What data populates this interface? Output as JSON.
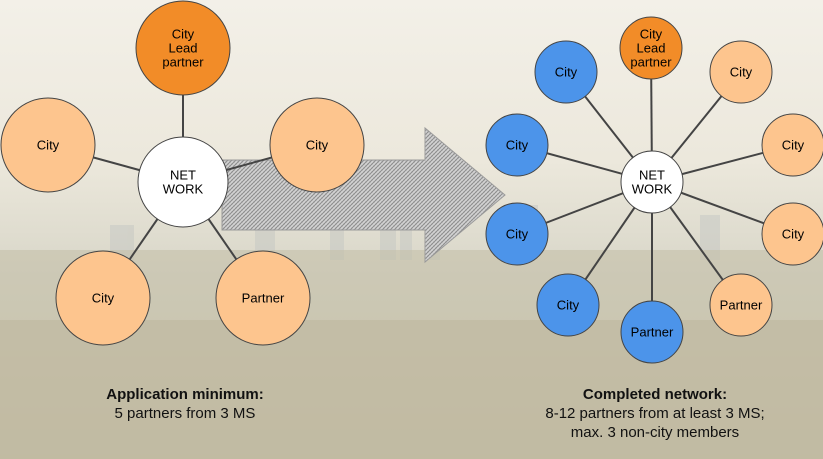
{
  "colors": {
    "orange_light": "#FDC58E",
    "orange_lead": "#F28C28",
    "blue": "#4C94EA",
    "hub": "#FFFFFF",
    "stroke": "#444444"
  },
  "left_network": {
    "hub": {
      "lines": [
        "NET",
        "WORK"
      ]
    },
    "nodes": [
      {
        "lines": [
          "City",
          "Lead",
          "partner"
        ],
        "color": "orange_lead"
      },
      {
        "lines": [
          "City"
        ],
        "color": "orange_light"
      },
      {
        "lines": [
          "Partner"
        ],
        "color": "orange_light"
      },
      {
        "lines": [
          "City"
        ],
        "color": "orange_light"
      },
      {
        "lines": [
          "City"
        ],
        "color": "orange_light"
      }
    ],
    "caption": {
      "title": "Application minimum:",
      "lines": [
        "5 partners from 3 MS"
      ]
    }
  },
  "right_network": {
    "hub": {
      "lines": [
        "NET",
        "WORK"
      ]
    },
    "nodes": [
      {
        "lines": [
          "City",
          "Lead",
          "partner"
        ],
        "color": "orange_lead"
      },
      {
        "lines": [
          "City"
        ],
        "color": "orange_light"
      },
      {
        "lines": [
          "City"
        ],
        "color": "orange_light"
      },
      {
        "lines": [
          "City"
        ],
        "color": "orange_light"
      },
      {
        "lines": [
          "Partner"
        ],
        "color": "orange_light"
      },
      {
        "lines": [
          "Partner"
        ],
        "color": "blue"
      },
      {
        "lines": [
          "City"
        ],
        "color": "blue"
      },
      {
        "lines": [
          "City"
        ],
        "color": "blue"
      },
      {
        "lines": [
          "City"
        ],
        "color": "blue"
      },
      {
        "lines": [
          "City"
        ],
        "color": "blue"
      }
    ],
    "caption": {
      "title": "Completed network:",
      "lines": [
        "8-12 partners from at least 3 MS;",
        "max. 3 non-city members"
      ]
    }
  }
}
